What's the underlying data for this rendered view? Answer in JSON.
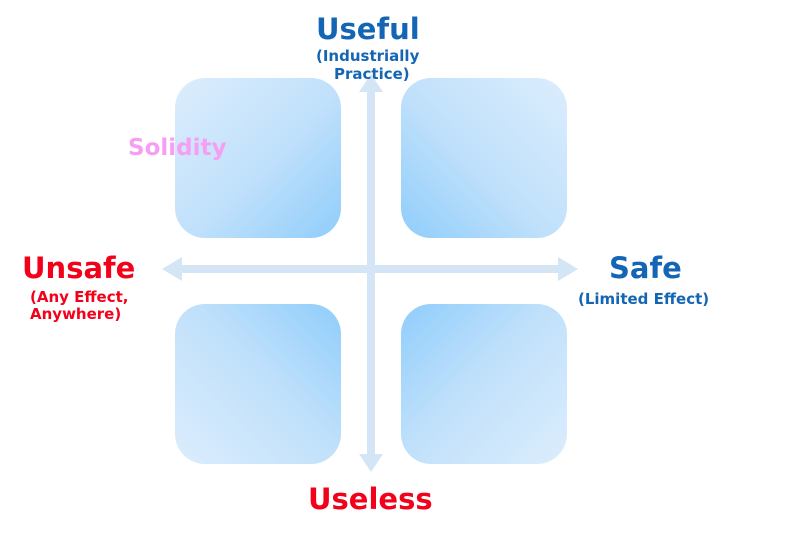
{
  "colors": {
    "blue": "#1466b4",
    "red": "#f3001a",
    "pink": "#f59ef4",
    "quadrant_light": "#dcedfc",
    "quadrant_dark": "#8fcdfb",
    "axis": "#d4e5f5"
  },
  "axis_labels": {
    "top": {
      "title": "Useful",
      "subtitle_line1": "(Industrially",
      "subtitle_line2": "Practice)"
    },
    "bottom": {
      "title": "Useless"
    },
    "left": {
      "title": "Unsafe",
      "subtitle_line1": "(Any Effect,",
      "subtitle_line2": "Anywhere)"
    },
    "right": {
      "title": "Safe",
      "subtitle": "(Limited Effect)"
    }
  },
  "annotations": {
    "solidity": "Solidity"
  }
}
